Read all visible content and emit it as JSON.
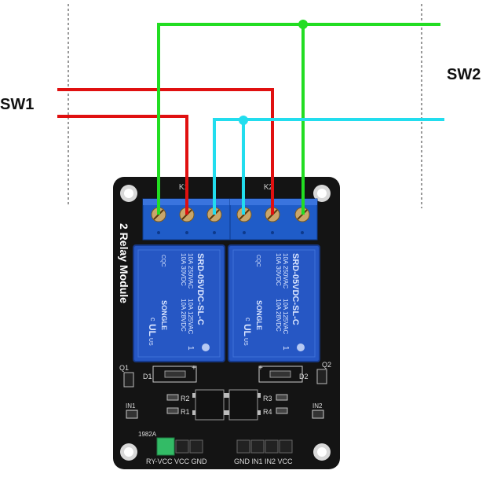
{
  "labels": {
    "sw1": "SW1",
    "sw2": "SW2"
  },
  "board": {
    "title": "2 Relay Module",
    "relay": {
      "brand": "SONGLE",
      "rating_1": "10A 250VAC",
      "rating_2": "10A 30VDC",
      "rating_3": "10A 125VAC",
      "rating_4": "10A 28VDC",
      "model": "SRD-05VDC-SL-C",
      "cqc": "CQC",
      "ul": "UL",
      "us": "US",
      "c_mark": "c",
      "number": "1"
    },
    "k1": "K1",
    "k2": "K2",
    "q1": "Q1",
    "q2": "Q2",
    "d1": "D1",
    "d2": "D2",
    "r1": "R1",
    "r2": "R2",
    "r3": "R3",
    "r4": "R4",
    "in1": "IN1",
    "in2": "IN2",
    "chip": "1982A",
    "left_header": "RY-VCC VCC GND",
    "right_header": "GND IN1 IN2 VCC",
    "plus": "+"
  },
  "colors": {
    "red_wire": "#e01010",
    "green_wire": "#22dd22",
    "cyan_wire": "#22ddee",
    "board": "#141414",
    "terminal": "#1f5cc8",
    "relay": "#2657c4",
    "jumper": "#33bb66"
  }
}
